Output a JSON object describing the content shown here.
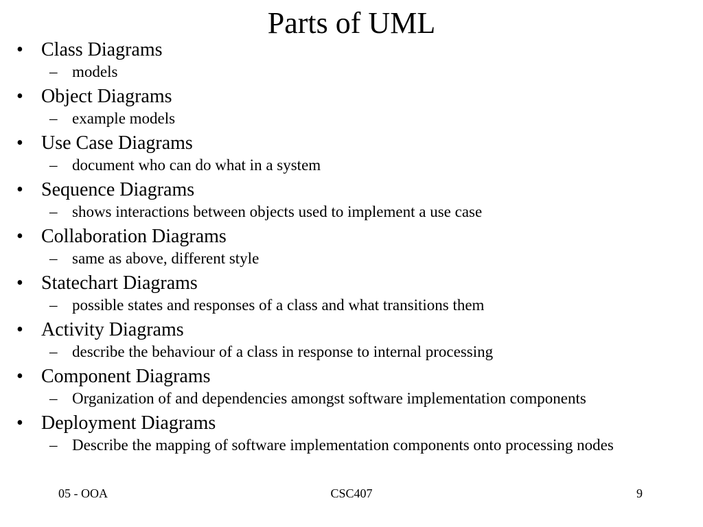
{
  "slide": {
    "title": "Parts of UML",
    "bullet_glyph": "•",
    "dash_glyph": "–",
    "items": [
      {
        "label": "Class Diagrams",
        "sub": "models"
      },
      {
        "label": "Object Diagrams",
        "sub": "example models"
      },
      {
        "label": "Use Case Diagrams",
        "sub": "document who can do what in a system"
      },
      {
        "label": "Sequence Diagrams",
        "sub": "shows interactions between objects used to implement a use case"
      },
      {
        "label": "Collaboration Diagrams",
        "sub": "same as above, different style"
      },
      {
        "label": "Statechart Diagrams",
        "sub": "possible states and responses of a class and what transitions them"
      },
      {
        "label": "Activity Diagrams",
        "sub": "describe the behaviour of a class in response to internal processing"
      },
      {
        "label": "Component Diagrams",
        "sub": "Organization of and dependencies amongst software implementation components"
      },
      {
        "label": "Deployment Diagrams",
        "sub": "Describe the mapping of software implementation components onto processing nodes"
      }
    ]
  },
  "footer": {
    "left": "05 - OOA",
    "center": "CSC407",
    "right": "9"
  }
}
